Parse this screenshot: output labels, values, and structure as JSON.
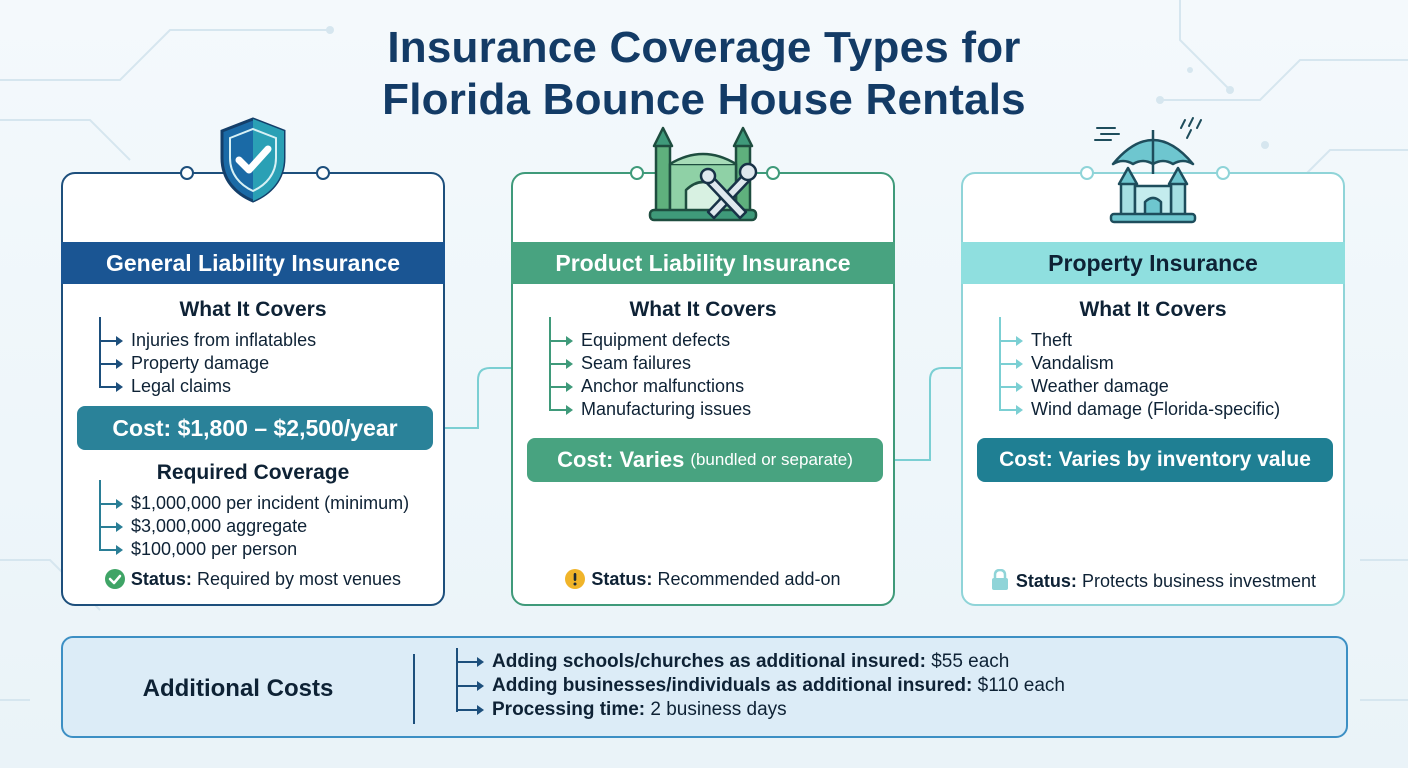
{
  "title": {
    "line1": "Insurance Coverage Types for",
    "line2": "Florida Bounce House Rentals"
  },
  "cards": [
    {
      "heading": "General Liability Insurance",
      "icon": "shield-check-icon",
      "covers_title": "What It Covers",
      "covers": [
        "Injuries from inflatables",
        "Property damage",
        "Legal claims"
      ],
      "cost_label": "Cost: $1,800 – $2,500/year",
      "required_title": "Required Coverage",
      "required": [
        "$1,000,000 per incident (minimum)",
        "$3,000,000 aggregate",
        "$100,000 per person"
      ],
      "status_label": "Status:",
      "status_text": "Required by most venues",
      "status_icon": "check-circle-icon",
      "color": "#1a5593"
    },
    {
      "heading": "Product Liability Insurance",
      "icon": "bounce-house-tools-icon",
      "covers_title": "What It Covers",
      "covers": [
        "Equipment defects",
        "Seam failures",
        "Anchor malfunctions",
        "Manufacturing issues"
      ],
      "cost_label": "Cost: Varies",
      "cost_sub": "(bundled or separate)",
      "status_label": "Status:",
      "status_text": "Recommended add-on",
      "status_icon": "warning-circle-icon",
      "color": "#48a380"
    },
    {
      "heading": "Property Insurance",
      "icon": "umbrella-castle-icon",
      "covers_title": "What It Covers",
      "covers": [
        "Theft",
        "Vandalism",
        "Weather damage",
        "Wind damage (Florida-specific)"
      ],
      "cost_label": "Cost:",
      "cost_sub": "Varies by inventory value",
      "status_label": "Status:",
      "status_text": "Protects business investment",
      "status_icon": "lock-icon",
      "color": "#8fdfdf"
    }
  ],
  "additional": {
    "title": "Additional Costs",
    "items": [
      {
        "label": "Adding schools/churches as additional insured:",
        "value": "$55 each"
      },
      {
        "label": "Adding businesses/individuals as additional insured:",
        "value": "$110 each"
      },
      {
        "label": "Processing time:",
        "value": "2 business days"
      }
    ]
  }
}
